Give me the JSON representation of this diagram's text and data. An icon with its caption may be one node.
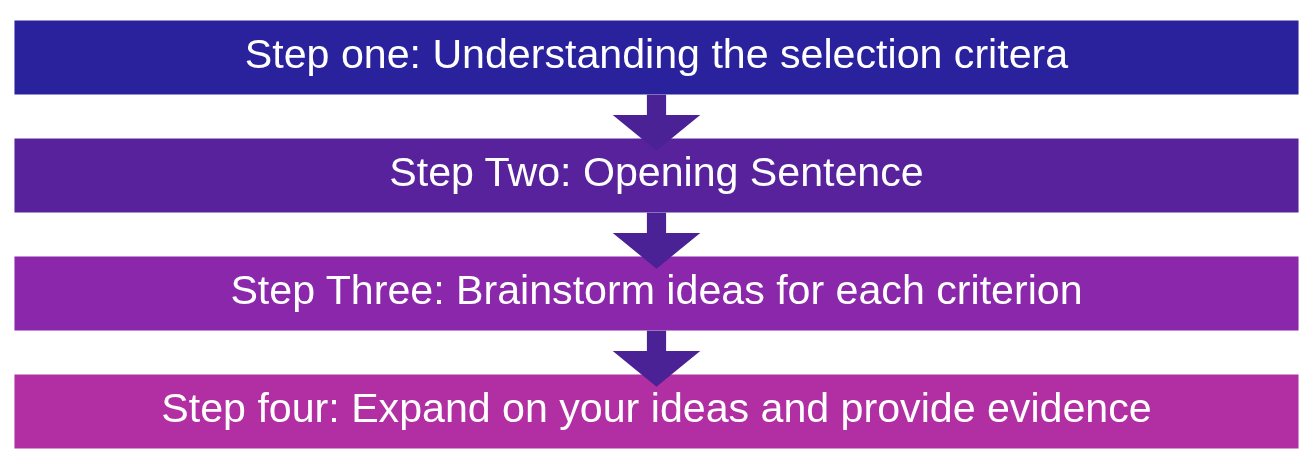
{
  "diagram": {
    "nodes": [
      {
        "text": [
          "Step one: Understanding the selection critera"
        ]
      },
      {
        "text": [
          "Step Two: Opening Sentence"
        ]
      },
      {
        "text": [
          "Step Three: Brainstorm ideas for each criterion"
        ]
      },
      {
        "text": [
          "Step four: Expand on your ideas and provide evidence"
        ]
      }
    ],
    "edges": [
      {
        "from": 0,
        "to": 1,
        "arrow": "to"
      },
      {
        "from": 1,
        "to": 2,
        "arrow": "to"
      },
      {
        "from": 2,
        "to": 3,
        "arrow": "to"
      }
    ]
  }
}
